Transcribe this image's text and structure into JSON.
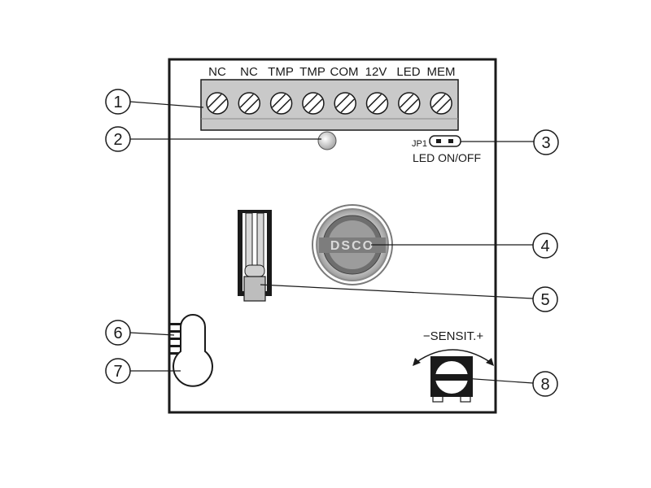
{
  "terminals": [
    "NC",
    "NC",
    "TMP",
    "TMP",
    "COM",
    "12V",
    "LED",
    "MEM"
  ],
  "jumper": {
    "id": "JP1",
    "label": "LED ON/OFF"
  },
  "sensitivity": {
    "minus": "−",
    "label": "SENSIT.",
    "plus": "+"
  },
  "logo_text": "DSCO",
  "callouts": [
    "1",
    "2",
    "3",
    "4",
    "5",
    "6",
    "7",
    "8"
  ],
  "colors": {
    "line": "#1a1a1a",
    "terminal_block": "#c9c9c9",
    "board": "#ffffff"
  }
}
